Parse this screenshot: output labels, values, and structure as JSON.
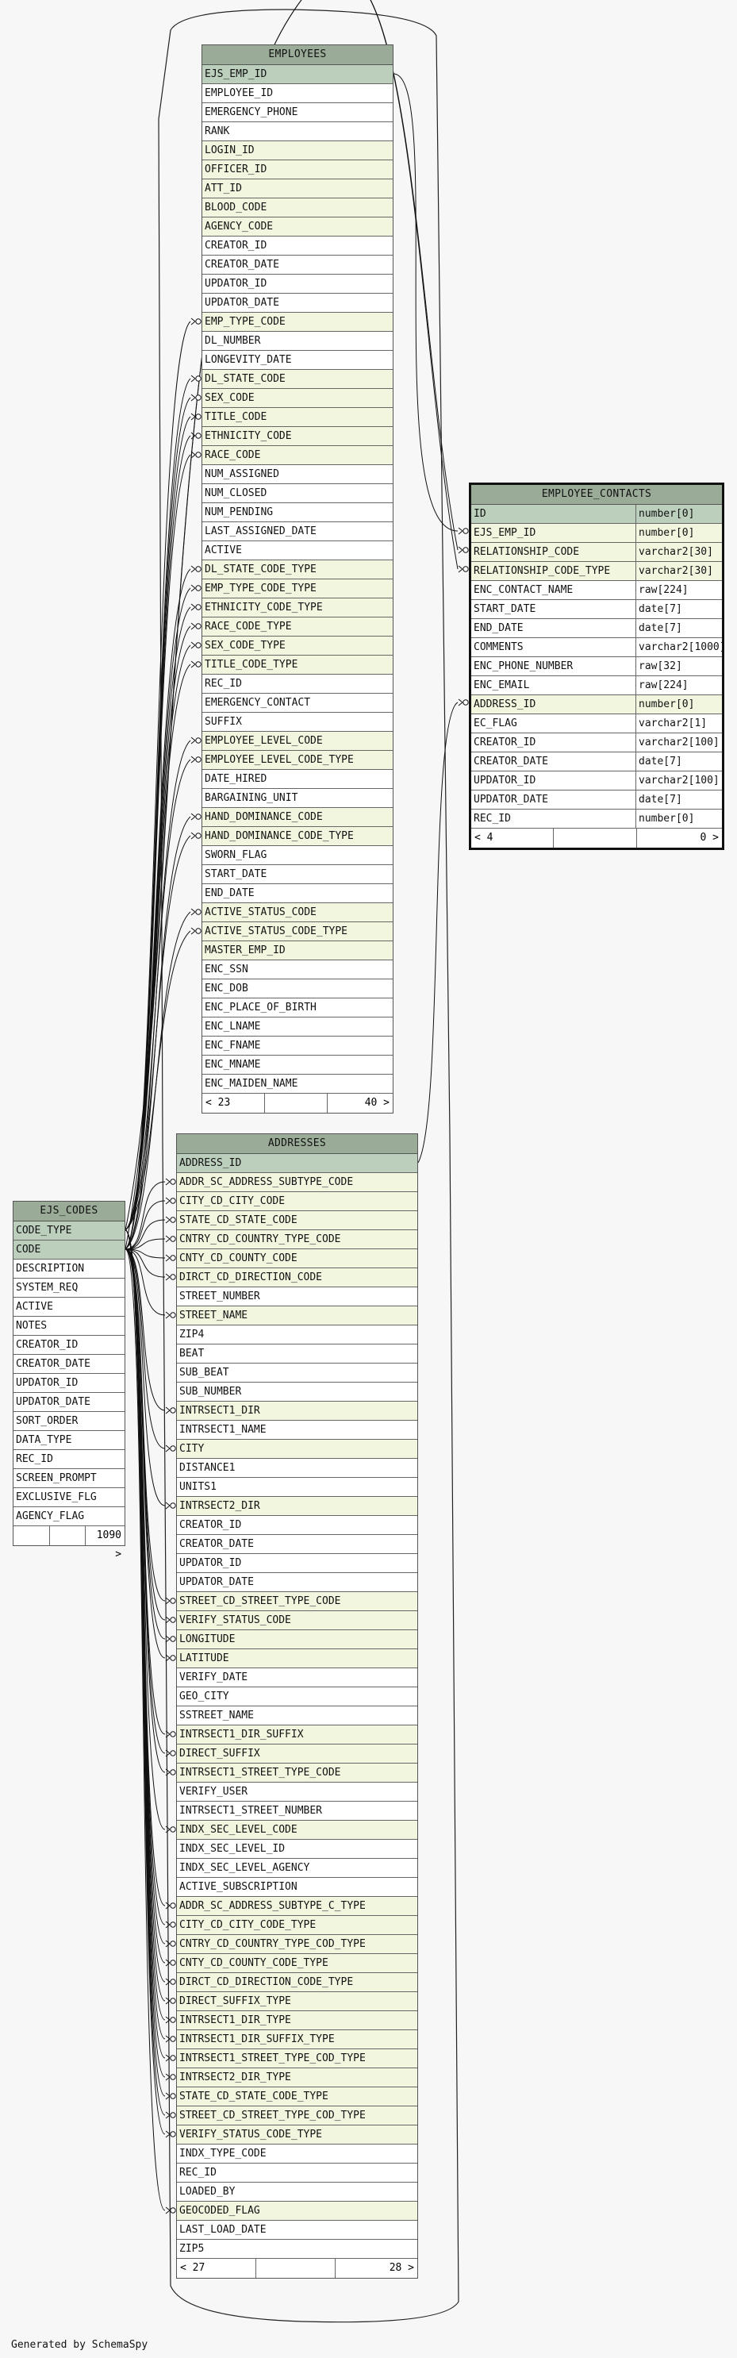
{
  "tables": {
    "employees": {
      "title": "EMPLOYEES",
      "columns": [
        {
          "name": "EJS_EMP_ID",
          "kind": "pk"
        },
        {
          "name": "EMPLOYEE_ID",
          "kind": ""
        },
        {
          "name": "EMERGENCY_PHONE",
          "kind": ""
        },
        {
          "name": "RANK",
          "kind": ""
        },
        {
          "name": "LOGIN_ID",
          "kind": "fk"
        },
        {
          "name": "OFFICER_ID",
          "kind": "fk"
        },
        {
          "name": "ATT_ID",
          "kind": "fk"
        },
        {
          "name": "BLOOD_CODE",
          "kind": "fk"
        },
        {
          "name": "AGENCY_CODE",
          "kind": "fk"
        },
        {
          "name": "CREATOR_ID",
          "kind": ""
        },
        {
          "name": "CREATOR_DATE",
          "kind": ""
        },
        {
          "name": "UPDATOR_ID",
          "kind": ""
        },
        {
          "name": "UPDATOR_DATE",
          "kind": ""
        },
        {
          "name": "EMP_TYPE_CODE",
          "kind": "fk"
        },
        {
          "name": "DL_NUMBER",
          "kind": ""
        },
        {
          "name": "LONGEVITY_DATE",
          "kind": ""
        },
        {
          "name": "DL_STATE_CODE",
          "kind": "fk"
        },
        {
          "name": "SEX_CODE",
          "kind": "fk"
        },
        {
          "name": "TITLE_CODE",
          "kind": "fk"
        },
        {
          "name": "ETHNICITY_CODE",
          "kind": "fk"
        },
        {
          "name": "RACE_CODE",
          "kind": "fk"
        },
        {
          "name": "NUM_ASSIGNED",
          "kind": ""
        },
        {
          "name": "NUM_CLOSED",
          "kind": ""
        },
        {
          "name": "NUM_PENDING",
          "kind": ""
        },
        {
          "name": "LAST_ASSIGNED_DATE",
          "kind": ""
        },
        {
          "name": "ACTIVE",
          "kind": ""
        },
        {
          "name": "DL_STATE_CODE_TYPE",
          "kind": "fk"
        },
        {
          "name": "EMP_TYPE_CODE_TYPE",
          "kind": "fk"
        },
        {
          "name": "ETHNICITY_CODE_TYPE",
          "kind": "fk"
        },
        {
          "name": "RACE_CODE_TYPE",
          "kind": "fk"
        },
        {
          "name": "SEX_CODE_TYPE",
          "kind": "fk"
        },
        {
          "name": "TITLE_CODE_TYPE",
          "kind": "fk"
        },
        {
          "name": "REC_ID",
          "kind": ""
        },
        {
          "name": "EMERGENCY_CONTACT",
          "kind": ""
        },
        {
          "name": "SUFFIX",
          "kind": ""
        },
        {
          "name": "EMPLOYEE_LEVEL_CODE",
          "kind": "fk"
        },
        {
          "name": "EMPLOYEE_LEVEL_CODE_TYPE",
          "kind": "fk"
        },
        {
          "name": "DATE_HIRED",
          "kind": ""
        },
        {
          "name": "BARGAINING_UNIT",
          "kind": ""
        },
        {
          "name": "HAND_DOMINANCE_CODE",
          "kind": "fk"
        },
        {
          "name": "HAND_DOMINANCE_CODE_TYPE",
          "kind": "fk"
        },
        {
          "name": "SWORN_FLAG",
          "kind": ""
        },
        {
          "name": "START_DATE",
          "kind": ""
        },
        {
          "name": "END_DATE",
          "kind": ""
        },
        {
          "name": "ACTIVE_STATUS_CODE",
          "kind": "fk"
        },
        {
          "name": "ACTIVE_STATUS_CODE_TYPE",
          "kind": "fk"
        },
        {
          "name": "MASTER_EMP_ID",
          "kind": "fk"
        },
        {
          "name": "ENC_SSN",
          "kind": ""
        },
        {
          "name": "ENC_DOB",
          "kind": ""
        },
        {
          "name": "ENC_PLACE_OF_BIRTH",
          "kind": ""
        },
        {
          "name": "ENC_LNAME",
          "kind": ""
        },
        {
          "name": "ENC_FNAME",
          "kind": ""
        },
        {
          "name": "ENC_MNAME",
          "kind": ""
        },
        {
          "name": "ENC_MAIDEN_NAME",
          "kind": ""
        }
      ],
      "footer": [
        "< 23",
        "",
        "40 >"
      ]
    },
    "contacts": {
      "title": "EMPLOYEE_CONTACTS",
      "columns": [
        {
          "name": "ID",
          "type": "number[0]",
          "kind": "pk"
        },
        {
          "name": "EJS_EMP_ID",
          "type": "number[0]",
          "kind": "fk"
        },
        {
          "name": "RELATIONSHIP_CODE",
          "type": "varchar2[30]",
          "kind": "fk"
        },
        {
          "name": "RELATIONSHIP_CODE_TYPE",
          "type": "varchar2[30]",
          "kind": "fk"
        },
        {
          "name": "ENC_CONTACT_NAME",
          "type": "raw[224]",
          "kind": ""
        },
        {
          "name": "START_DATE",
          "type": "date[7]",
          "kind": ""
        },
        {
          "name": "END_DATE",
          "type": "date[7]",
          "kind": ""
        },
        {
          "name": "COMMENTS",
          "type": "varchar2[1000]",
          "kind": ""
        },
        {
          "name": "ENC_PHONE_NUMBER",
          "type": "raw[32]",
          "kind": ""
        },
        {
          "name": "ENC_EMAIL",
          "type": "raw[224]",
          "kind": ""
        },
        {
          "name": "ADDRESS_ID",
          "type": "number[0]",
          "kind": "fk"
        },
        {
          "name": "EC_FLAG",
          "type": "varchar2[1]",
          "kind": ""
        },
        {
          "name": "CREATOR_ID",
          "type": "varchar2[100]",
          "kind": ""
        },
        {
          "name": "CREATOR_DATE",
          "type": "date[7]",
          "kind": ""
        },
        {
          "name": "UPDATOR_ID",
          "type": "varchar2[100]",
          "kind": ""
        },
        {
          "name": "UPDATOR_DATE",
          "type": "date[7]",
          "kind": ""
        },
        {
          "name": "REC_ID",
          "type": "number[0]",
          "kind": ""
        }
      ],
      "footer": [
        "< 4",
        "",
        "0 >"
      ]
    },
    "addresses": {
      "title": "ADDRESSES",
      "columns": [
        {
          "name": "ADDRESS_ID",
          "kind": "pk"
        },
        {
          "name": "ADDR_SC_ADDRESS_SUBTYPE_CODE",
          "kind": "fk"
        },
        {
          "name": "CITY_CD_CITY_CODE",
          "kind": "fk"
        },
        {
          "name": "STATE_CD_STATE_CODE",
          "kind": "fk"
        },
        {
          "name": "CNTRY_CD_COUNTRY_TYPE_CODE",
          "kind": "fk"
        },
        {
          "name": "CNTY_CD_COUNTY_CODE",
          "kind": "fk"
        },
        {
          "name": "DIRCT_CD_DIRECTION_CODE",
          "kind": "fk"
        },
        {
          "name": "STREET_NUMBER",
          "kind": ""
        },
        {
          "name": "STREET_NAME",
          "kind": "fk"
        },
        {
          "name": "ZIP4",
          "kind": ""
        },
        {
          "name": "BEAT",
          "kind": ""
        },
        {
          "name": "SUB_BEAT",
          "kind": ""
        },
        {
          "name": "SUB_NUMBER",
          "kind": ""
        },
        {
          "name": "INTRSECT1_DIR",
          "kind": "fk"
        },
        {
          "name": "INTRSECT1_NAME",
          "kind": ""
        },
        {
          "name": "CITY",
          "kind": "fk"
        },
        {
          "name": "DISTANCE1",
          "kind": ""
        },
        {
          "name": "UNITS1",
          "kind": ""
        },
        {
          "name": "INTRSECT2_DIR",
          "kind": "fk"
        },
        {
          "name": "CREATOR_ID",
          "kind": ""
        },
        {
          "name": "CREATOR_DATE",
          "kind": ""
        },
        {
          "name": "UPDATOR_ID",
          "kind": ""
        },
        {
          "name": "UPDATOR_DATE",
          "kind": ""
        },
        {
          "name": "STREET_CD_STREET_TYPE_CODE",
          "kind": "fk"
        },
        {
          "name": "VERIFY_STATUS_CODE",
          "kind": "fk"
        },
        {
          "name": "LONGITUDE",
          "kind": "fk"
        },
        {
          "name": "LATITUDE",
          "kind": "fk"
        },
        {
          "name": "VERIFY_DATE",
          "kind": ""
        },
        {
          "name": "GEO_CITY",
          "kind": ""
        },
        {
          "name": "SSTREET_NAME",
          "kind": ""
        },
        {
          "name": "INTRSECT1_DIR_SUFFIX",
          "kind": "fk"
        },
        {
          "name": "DIRECT_SUFFIX",
          "kind": "fk"
        },
        {
          "name": "INTRSECT1_STREET_TYPE_CODE",
          "kind": "fk"
        },
        {
          "name": "VERIFY_USER",
          "kind": ""
        },
        {
          "name": "INTRSECT1_STREET_NUMBER",
          "kind": ""
        },
        {
          "name": "INDX_SEC_LEVEL_CODE",
          "kind": "fk"
        },
        {
          "name": "INDX_SEC_LEVEL_ID",
          "kind": ""
        },
        {
          "name": "INDX_SEC_LEVEL_AGENCY",
          "kind": ""
        },
        {
          "name": "ACTIVE_SUBSCRIPTION",
          "kind": ""
        },
        {
          "name": "ADDR_SC_ADDRESS_SUBTYPE_C_TYPE",
          "kind": "fk"
        },
        {
          "name": "CITY_CD_CITY_CODE_TYPE",
          "kind": "fk"
        },
        {
          "name": "CNTRY_CD_COUNTRY_TYPE_COD_TYPE",
          "kind": "fk"
        },
        {
          "name": "CNTY_CD_COUNTY_CODE_TYPE",
          "kind": "fk"
        },
        {
          "name": "DIRCT_CD_DIRECTION_CODE_TYPE",
          "kind": "fk"
        },
        {
          "name": "DIRECT_SUFFIX_TYPE",
          "kind": "fk"
        },
        {
          "name": "INTRSECT1_DIR_TYPE",
          "kind": "fk"
        },
        {
          "name": "INTRSECT1_DIR_SUFFIX_TYPE",
          "kind": "fk"
        },
        {
          "name": "INTRSECT1_STREET_TYPE_COD_TYPE",
          "kind": "fk"
        },
        {
          "name": "INTRSECT2_DIR_TYPE",
          "kind": "fk"
        },
        {
          "name": "STATE_CD_STATE_CODE_TYPE",
          "kind": "fk"
        },
        {
          "name": "STREET_CD_STREET_TYPE_COD_TYPE",
          "kind": "fk"
        },
        {
          "name": "VERIFY_STATUS_CODE_TYPE",
          "kind": "fk"
        },
        {
          "name": "INDX_TYPE_CODE",
          "kind": ""
        },
        {
          "name": "REC_ID",
          "kind": ""
        },
        {
          "name": "LOADED_BY",
          "kind": ""
        },
        {
          "name": "GEOCODED_FLAG",
          "kind": "fk"
        },
        {
          "name": "LAST_LOAD_DATE",
          "kind": ""
        },
        {
          "name": "ZIP5",
          "kind": ""
        }
      ],
      "footer": [
        "< 27",
        "",
        "28 >"
      ]
    },
    "codes": {
      "title": "EJS_CODES",
      "columns": [
        {
          "name": "CODE_TYPE",
          "kind": "pk"
        },
        {
          "name": "CODE",
          "kind": "pk"
        },
        {
          "name": "DESCRIPTION",
          "kind": ""
        },
        {
          "name": "SYSTEM_REQ",
          "kind": ""
        },
        {
          "name": "ACTIVE",
          "kind": ""
        },
        {
          "name": "NOTES",
          "kind": ""
        },
        {
          "name": "CREATOR_ID",
          "kind": ""
        },
        {
          "name": "CREATOR_DATE",
          "kind": ""
        },
        {
          "name": "UPDATOR_ID",
          "kind": ""
        },
        {
          "name": "UPDATOR_DATE",
          "kind": ""
        },
        {
          "name": "SORT_ORDER",
          "kind": ""
        },
        {
          "name": "DATA_TYPE",
          "kind": ""
        },
        {
          "name": "REC_ID",
          "kind": ""
        },
        {
          "name": "SCREEN_PROMPT",
          "kind": ""
        },
        {
          "name": "EXCLUSIVE_FLG",
          "kind": ""
        },
        {
          "name": "AGENCY_FLAG",
          "kind": ""
        }
      ],
      "footer": [
        "",
        "",
        "1090 >"
      ]
    }
  },
  "generated_by": "Generated by SchemaSpy"
}
